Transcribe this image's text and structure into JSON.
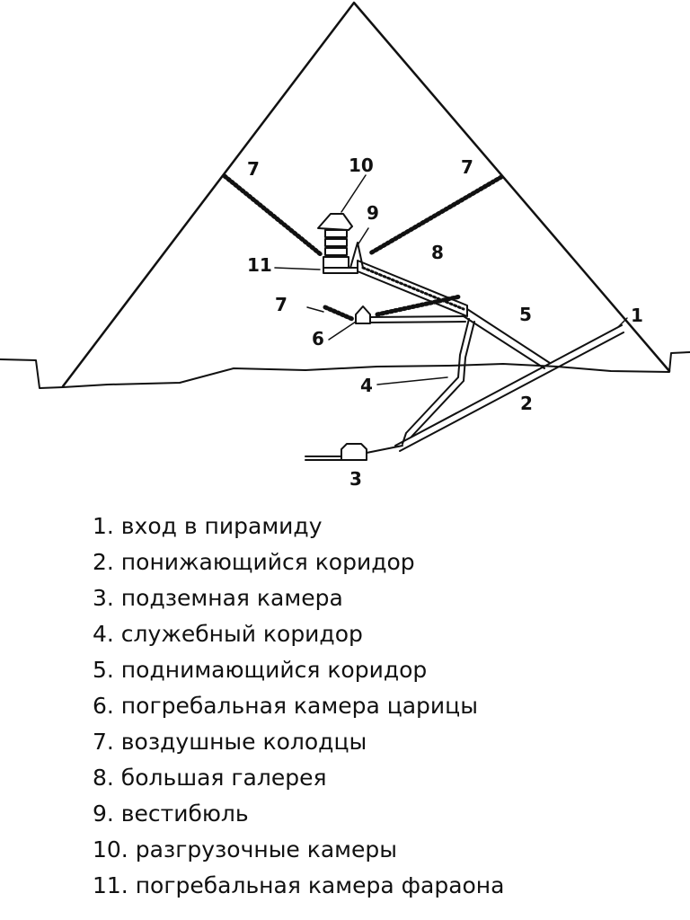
{
  "colors": {
    "ink": "#111111",
    "paper": "#ffffff"
  },
  "callouts": {
    "c1": "1",
    "c2": "2",
    "c3": "3",
    "c4": "4",
    "c5": "5",
    "c6": "6",
    "c7a": "7",
    "c7b": "7",
    "c7c": "7",
    "c8": "8",
    "c9": "9",
    "c10": "10",
    "c11": "11"
  },
  "legend": [
    "1. вход в пирамиду",
    "2. понижающийся коридор",
    "3. подземная камера",
    "4. служебный коридор",
    "5. поднимающийся коридор",
    "6. погребальная камера царицы",
    "7. воздушные колодцы",
    "8. большая галерея",
    "9. вестибюль",
    "10. разгрузочные камеры",
    "11. погребальная камера фараона"
  ]
}
